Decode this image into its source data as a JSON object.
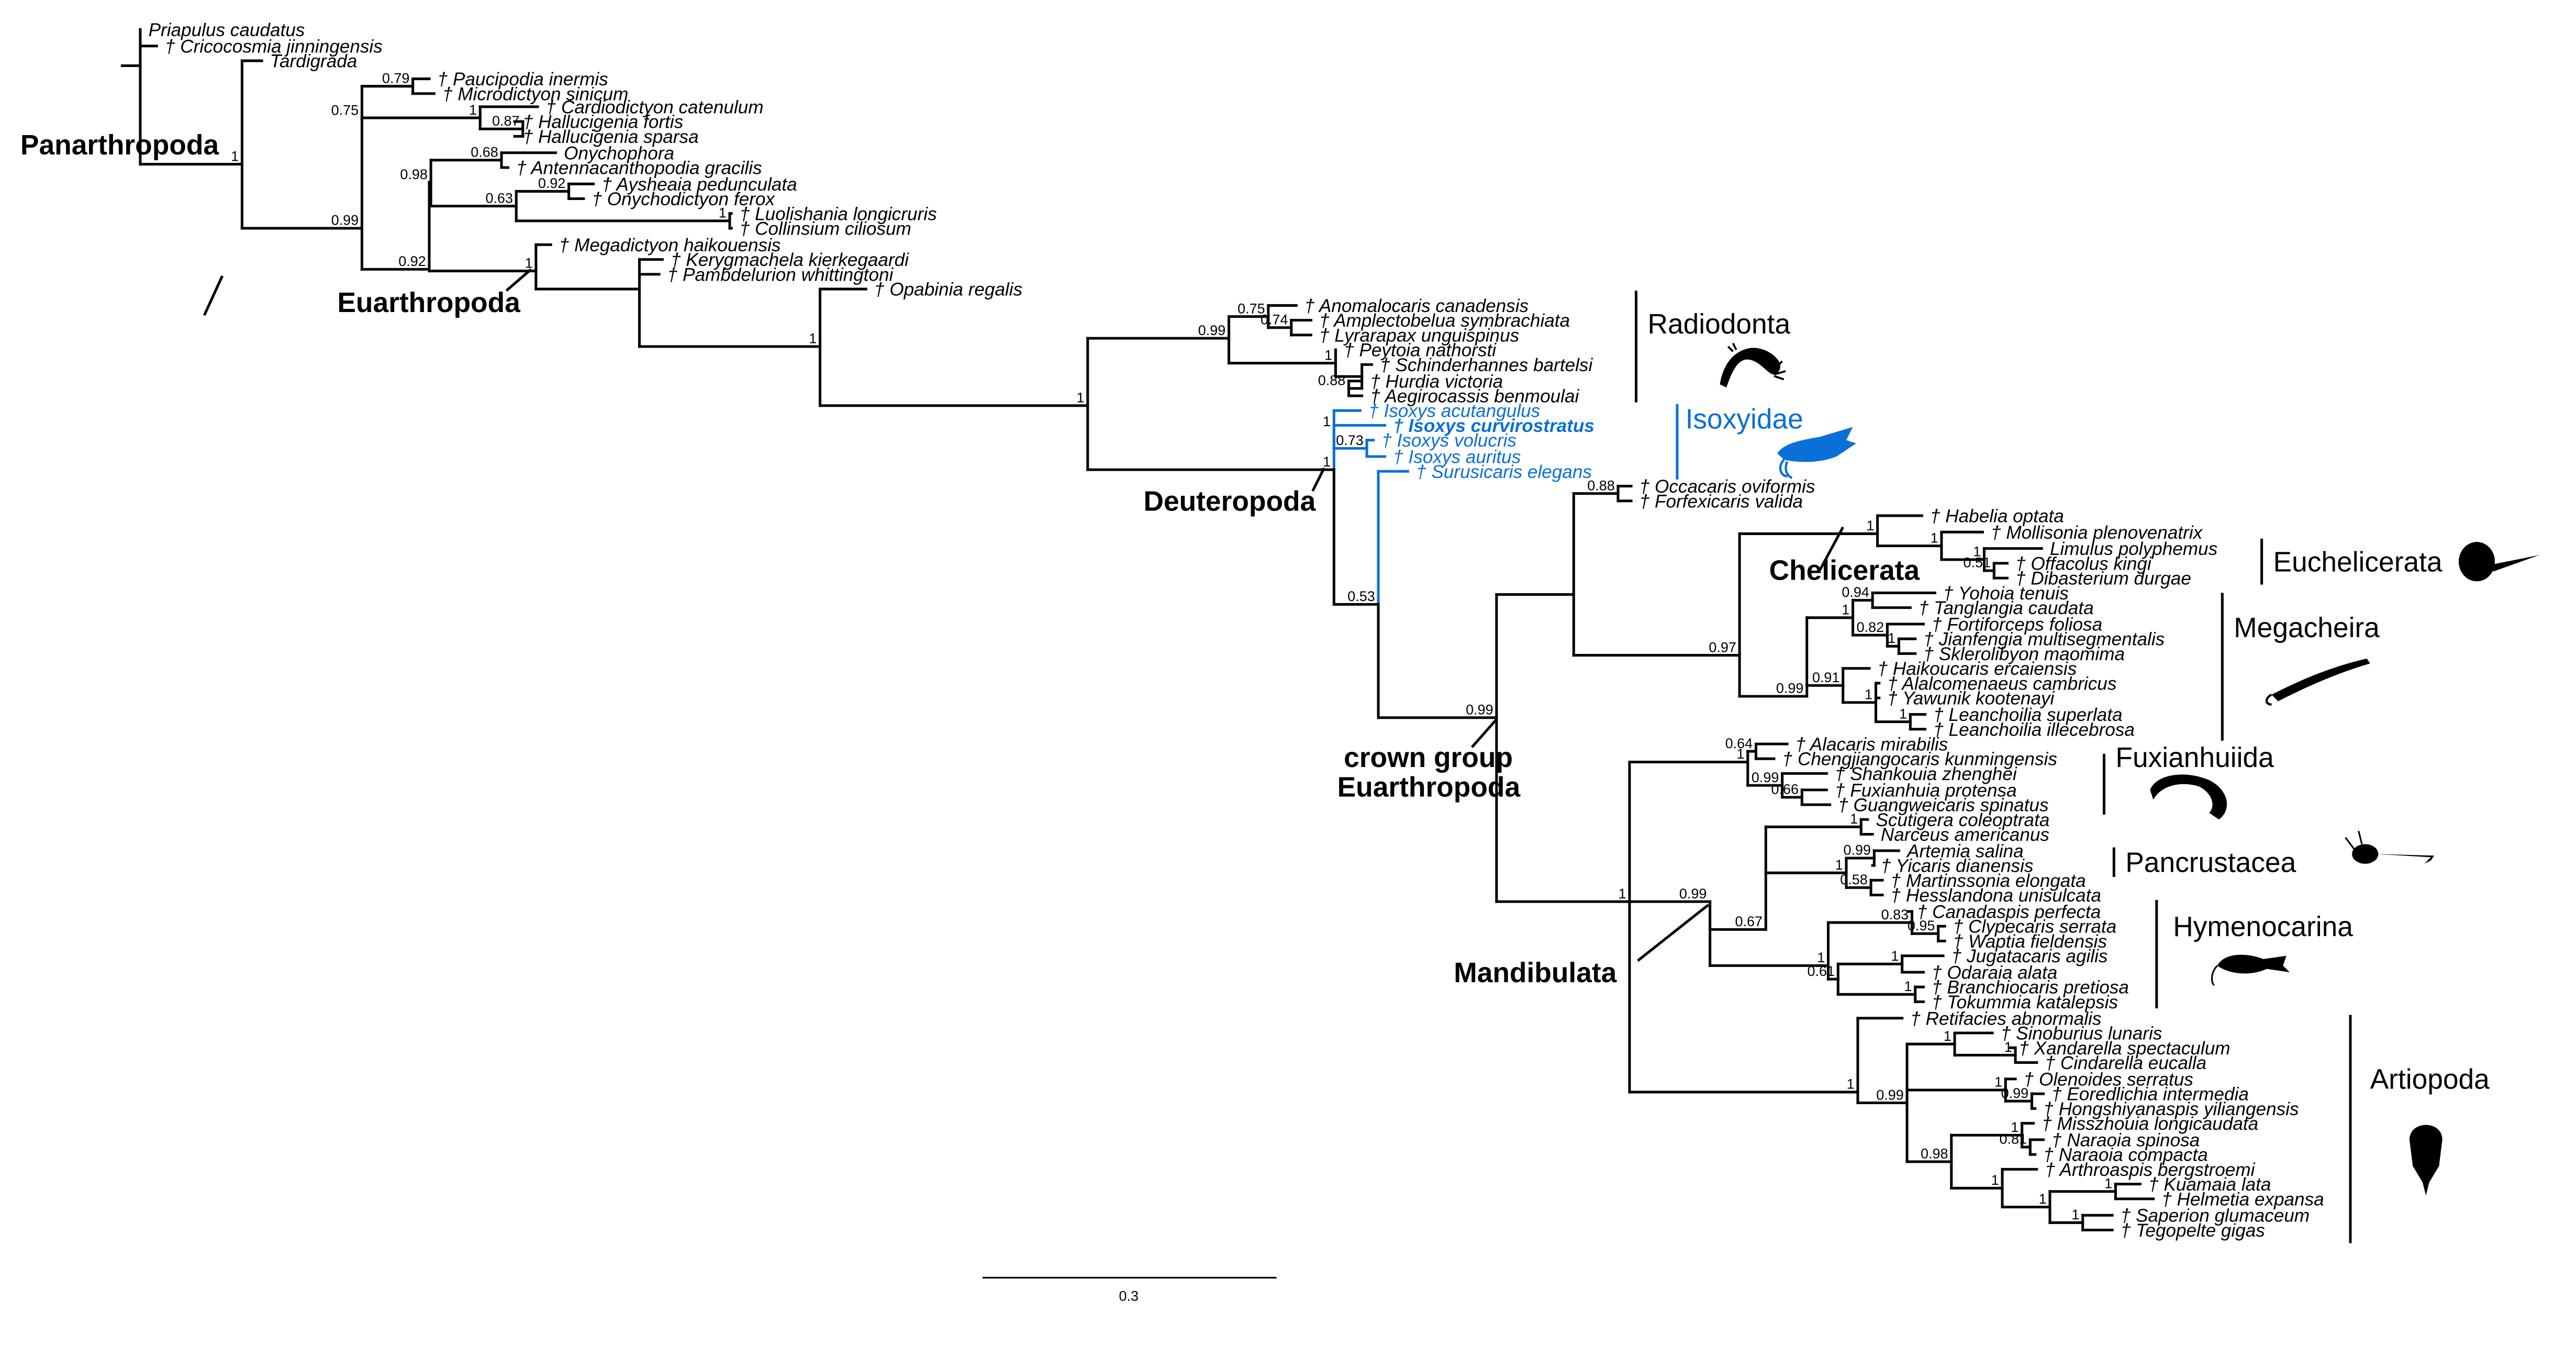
{
  "figure": {
    "title": "Phylogeny of Panarthropoda with Isoxyidae position",
    "accent_color": "#0a6fd6",
    "dagger_symbol": "†",
    "scale_bar": {
      "label": "0.3",
      "value": 0.3
    }
  },
  "tips": [
    {
      "id": "priapulus",
      "name": "Priapulus caudatus",
      "fossil": false
    },
    {
      "id": "cricocosmia",
      "name": "Cricocosmia jinningensis",
      "fossil": true
    },
    {
      "id": "tardigrada",
      "name": "Tardigrada",
      "fossil": false
    },
    {
      "id": "paucipodia",
      "name": "Paucipodia inermis",
      "fossil": true
    },
    {
      "id": "microdictyon",
      "name": "Microdictyon sinicum",
      "fossil": true
    },
    {
      "id": "cardiodictyon",
      "name": "Cardiodictyon catenulum",
      "fossil": true
    },
    {
      "id": "hall_fortis",
      "name": "Hallucigenia fortis",
      "fossil": true
    },
    {
      "id": "hall_sparsa",
      "name": "Hallucigenia sparsa",
      "fossil": true
    },
    {
      "id": "onychophora",
      "name": "Onychophora",
      "fossil": false
    },
    {
      "id": "antennacanthopodia",
      "name": "Antennacanthopodia gracilis",
      "fossil": true
    },
    {
      "id": "aysheaia",
      "name": "Aysheaia pedunculata",
      "fossil": true
    },
    {
      "id": "onychodictyon",
      "name": "Onychodictyon ferox",
      "fossil": true
    },
    {
      "id": "luolishania",
      "name": "Luolishania longicruris",
      "fossil": true
    },
    {
      "id": "collinsium",
      "name": "Collinsium ciliosum",
      "fossil": true
    },
    {
      "id": "megadictyon",
      "name": "Megadictyon haikouensis",
      "fossil": true
    },
    {
      "id": "kerygmachela",
      "name": "Kerygmachela kierkegaardi",
      "fossil": true
    },
    {
      "id": "pambdelurion",
      "name": "Pambdelurion whittingtoni",
      "fossil": true
    },
    {
      "id": "opabinia",
      "name": "Opabinia regalis",
      "fossil": true
    },
    {
      "id": "anomalocaris",
      "name": "Anomalocaris canadensis",
      "fossil": true
    },
    {
      "id": "amplectobelua",
      "name": "Amplectobelua symbrachiata",
      "fossil": true
    },
    {
      "id": "lyrarapax",
      "name": "Lyrarapax unguispinus",
      "fossil": true
    },
    {
      "id": "peytoia",
      "name": "Peytoia nathorsti",
      "fossil": true
    },
    {
      "id": "schinderhannes",
      "name": "Schinderhannes bartelsi",
      "fossil": true
    },
    {
      "id": "hurdia",
      "name": "Hurdia victoria",
      "fossil": true
    },
    {
      "id": "aegirocassis",
      "name": "Aegirocassis benmoulai",
      "fossil": true
    },
    {
      "id": "isoxys_acut",
      "name": "Isoxys acutangulus",
      "fossil": true,
      "highlight": true
    },
    {
      "id": "isoxys_curv",
      "name": "Isoxys curvirostratus",
      "fossil": true,
      "highlight": true,
      "bold": true
    },
    {
      "id": "isoxys_vol",
      "name": "Isoxys volucris",
      "fossil": true,
      "highlight": true
    },
    {
      "id": "isoxys_aur",
      "name": "Isoxys auritus",
      "fossil": true,
      "highlight": true
    },
    {
      "id": "surusicaris",
      "name": "Surusicaris elegans",
      "fossil": true,
      "highlight": true
    },
    {
      "id": "occacaris",
      "name": "Occacaris oviformis",
      "fossil": true
    },
    {
      "id": "forfexicaris",
      "name": "Forfexicaris valida",
      "fossil": true
    },
    {
      "id": "habelia",
      "name": "Habelia optata",
      "fossil": true
    },
    {
      "id": "mollisonia",
      "name": "Mollisonia plenovenatrix",
      "fossil": true
    },
    {
      "id": "limulus",
      "name": "Limulus polyphemus",
      "fossil": false
    },
    {
      "id": "offacolus",
      "name": "Offacolus kingi",
      "fossil": true
    },
    {
      "id": "dibasterium",
      "name": "Dibasterium durgae",
      "fossil": true
    },
    {
      "id": "yohoia",
      "name": "Yohoia tenuis",
      "fossil": true
    },
    {
      "id": "tanglangia",
      "name": "Tanglangia caudata",
      "fossil": true
    },
    {
      "id": "fortiforceps",
      "name": "Fortiforceps foliosa",
      "fossil": true
    },
    {
      "id": "jianfengia",
      "name": "Jianfengia multisegmentalis",
      "fossil": true
    },
    {
      "id": "sklerolibyon",
      "name": "Sklerolibyon maomima",
      "fossil": true
    },
    {
      "id": "haikoucaris",
      "name": "Haikoucaris ercaiensis",
      "fossil": true
    },
    {
      "id": "alalcomenaeus",
      "name": "Alalcomenaeus cambricus",
      "fossil": true
    },
    {
      "id": "yawunik",
      "name": "Yawunik kootenayi",
      "fossil": true
    },
    {
      "id": "lean_sup",
      "name": "Leanchoilia superlata",
      "fossil": true
    },
    {
      "id": "lean_ill",
      "name": "Leanchoilia illecebrosa",
      "fossil": true
    },
    {
      "id": "alacaris",
      "name": "Alacaris mirabilis",
      "fossil": true
    },
    {
      "id": "chengjiangocaris",
      "name": "Chengjiangocaris kunmingensis",
      "fossil": true
    },
    {
      "id": "shankouia",
      "name": "Shankouia zhenghei",
      "fossil": true
    },
    {
      "id": "fuxianhuia",
      "name": "Fuxianhuia protensa",
      "fossil": true
    },
    {
      "id": "guangweicaris",
      "name": "Guangweicaris spinatus",
      "fossil": true
    },
    {
      "id": "scutigera",
      "name": "Scutigera coleoptrata",
      "fossil": false
    },
    {
      "id": "narceus",
      "name": "Narceus americanus",
      "fossil": false
    },
    {
      "id": "artemia",
      "name": "Artemia salina",
      "fossil": false
    },
    {
      "id": "yicaris",
      "name": "Yicaris dianensis",
      "fossil": true
    },
    {
      "id": "martinssonia",
      "name": "Martinssonia elongata",
      "fossil": true
    },
    {
      "id": "hesslandona",
      "name": "Hesslandona unisulcata",
      "fossil": true
    },
    {
      "id": "canadaspis",
      "name": "Canadaspis perfecta",
      "fossil": true
    },
    {
      "id": "clypecaris",
      "name": "Clypecaris serrata",
      "fossil": true
    },
    {
      "id": "waptia",
      "name": "Waptia fieldensis",
      "fossil": true
    },
    {
      "id": "jugatacaris",
      "name": "Jugatacaris agilis",
      "fossil": true
    },
    {
      "id": "odaraia",
      "name": "Odaraia alata",
      "fossil": true
    },
    {
      "id": "branchiocaris",
      "name": "Branchiocaris pretiosa",
      "fossil": true
    },
    {
      "id": "tokummia",
      "name": "Tokummia katalepsis",
      "fossil": true
    },
    {
      "id": "retifacies",
      "name": "Retifacies abnormalis",
      "fossil": true
    },
    {
      "id": "sinoburius",
      "name": "Sinoburius lunaris",
      "fossil": true
    },
    {
      "id": "xandarella",
      "name": "Xandarella spectaculum",
      "fossil": true
    },
    {
      "id": "cindarella",
      "name": "Cindarella eucalla",
      "fossil": true
    },
    {
      "id": "olenoides",
      "name": "Olenoides serratus",
      "fossil": true
    },
    {
      "id": "eoredlichia",
      "name": "Eoredlichia intermedia",
      "fossil": true
    },
    {
      "id": "hongshiyanaspis",
      "name": "Hongshiyanaspis yiliangensis",
      "fossil": true
    },
    {
      "id": "misszhouia",
      "name": "Misszhouia longicaudata",
      "fossil": true
    },
    {
      "id": "naraoia_sp",
      "name": "Naraoia spinosa",
      "fossil": true
    },
    {
      "id": "naraoia_co",
      "name": "Naraoia compacta",
      "fossil": true
    },
    {
      "id": "arthroaspis",
      "name": "Arthroaspis bergstroemi",
      "fossil": true
    },
    {
      "id": "kuamaia",
      "name": "Kuamaia lata",
      "fossil": true
    },
    {
      "id": "helmetia",
      "name": "Helmetia expansa",
      "fossil": true
    },
    {
      "id": "saperion",
      "name": "Saperion glumaceum",
      "fossil": true
    },
    {
      "id": "tegopelte",
      "name": "Tegopelte gigas",
      "fossil": true
    }
  ],
  "support_values": {
    "n_tardi_plus": "1",
    "n_paucip": "0.79",
    "n_lobopod_a": "0.75",
    "n_hall": "0.87",
    "n_cardio": "1",
    "n_panarth_in": "0.99",
    "n_onych": "0.68",
    "n_aysh": "0.92",
    "n_onych_lob": "0.63",
    "n_luol": "1",
    "n_onych_grp": "0.98",
    "n_lobo_b": "0.92",
    "n_euarth": "1",
    "n_gilled": "1",
    "n_opab_up": "1",
    "n_anom": "0.75",
    "n_amplect": "0.74",
    "n_radio": "0.99",
    "n_hurd": "0.88",
    "n_peyt": "1",
    "n_deut": "1",
    "n_isox_vol": "0.73",
    "n_isox": "1",
    "n_surus": "0.53",
    "n_crown": "0.99",
    "n_occa": "0.88",
    "n_chel_grp": "0.97",
    "n_chel": "1",
    "n_moll": "1",
    "n_limu": "1",
    "n_offa": "0.51",
    "n_arach": "1",
    "n_yoho": "0.94",
    "n_yoho_grp": "1",
    "n_jian": "1",
    "n_fort": "0.82",
    "n_mega": "0.99",
    "n_lean": "1",
    "n_alal": "1",
    "n_haik": "0.91",
    "n_mand": "1",
    "n_fux_a": "0.64",
    "n_fux": "1",
    "n_shank": "0.99",
    "n_fuxia": "0.66",
    "n_myria": "1",
    "n_artem": "0.99",
    "n_crust": "1",
    "n_mart": "0.58",
    "n_pancr": "0.67",
    "n_mand_in": "0.99",
    "n_canad": "0.83",
    "n_clyp": "0.95",
    "n_hymen": "1",
    "n_juga": "1",
    "n_odar_grp": "0.61",
    "n_bran": "1",
    "n_artio": "1",
    "n_sinob": "1",
    "n_xand": "1",
    "n_artio_in": "0.99",
    "n_olen": "1",
    "n_eored": "0.99",
    "n_missz": "1",
    "n_nara": "0.81",
    "n_nara_grp": "0.98",
    "n_arthro": "1",
    "n_kuam": "1",
    "n_kuam_grp": "1",
    "n_saper": "1"
  },
  "clade_labels": {
    "panarthropoda": "Panarthropoda",
    "euarthropoda": "Euarthropoda",
    "deuteropoda": "Deuteropoda",
    "crown_group": [
      "crown group",
      "Euarthropoda"
    ],
    "chelicerata": "Chelicerata",
    "mandibulata": "Mandibulata"
  },
  "group_brackets": {
    "radiodonta": "Radiodonta",
    "isoxyidae": "Isoxyidae",
    "euchelicerata": "Euchelicerata",
    "megacheira": "Megacheira",
    "fuxianhuiida": "Fuxianhuiida",
    "pancrustacea": "Pancrustacea",
    "hymenocarina": "Hymenocarina",
    "artiopoda": "Artiopoda"
  },
  "silhouettes": {
    "radiodonta": "radiodont-silhouette",
    "isoxyidae": "isoxys-silhouette",
    "euchelicerata": "horseshoe-crab-silhouette",
    "megacheira": "megacheiran-silhouette",
    "fuxianhuiida": "fuxianhuiid-silhouette",
    "pancrustacea": "branchiopod-silhouette",
    "hymenocarina": "hymenocarine-silhouette",
    "artiopoda": "trilobite-like-silhouette"
  }
}
